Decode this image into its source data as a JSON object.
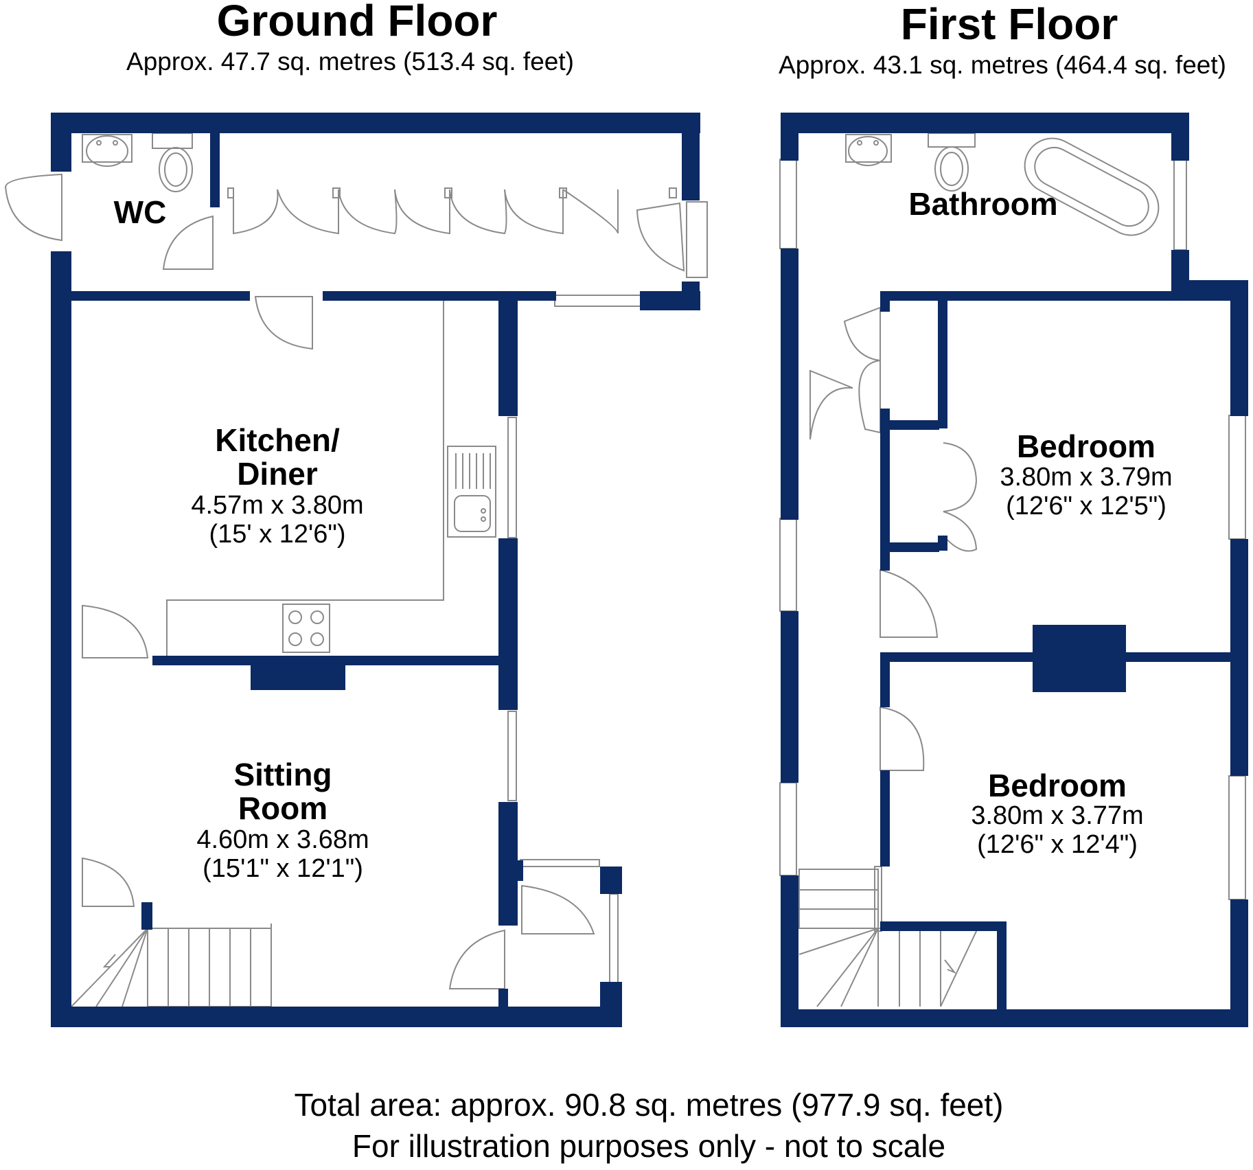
{
  "colors": {
    "wall": "#0c2a63",
    "fixture": "#8a8a8a",
    "background": "#ffffff"
  },
  "ground_floor": {
    "title": "Ground Floor",
    "area": "Approx. 47.7 sq. metres (513.4 sq. feet)",
    "rooms": {
      "wc": {
        "name": "WC"
      },
      "kitchen": {
        "name_line1": "Kitchen/",
        "name_line2": "Diner",
        "metric": "4.57m x 3.80m",
        "imperial": "(15' x 12'6\")"
      },
      "sitting": {
        "name_line1": "Sitting",
        "name_line2": "Room",
        "metric": "4.60m x 3.68m",
        "imperial": "(15'1\" x 12'1\")"
      }
    }
  },
  "first_floor": {
    "title": "First Floor",
    "area": "Approx. 43.1 sq. metres (464.4 sq. feet)",
    "rooms": {
      "bathroom": {
        "name": "Bathroom"
      },
      "bedroom1": {
        "name": "Bedroom",
        "metric": "3.80m x 3.79m",
        "imperial": "(12'6\" x 12'5\")"
      },
      "bedroom2": {
        "name": "Bedroom",
        "metric": "3.80m x 3.77m",
        "imperial": "(12'6\" x 12'4\")"
      }
    }
  },
  "footer": {
    "total": "Total area: approx. 90.8 sq. metres (977.9 sq. feet)",
    "disclaimer": "For illustration purposes only - not to scale"
  }
}
